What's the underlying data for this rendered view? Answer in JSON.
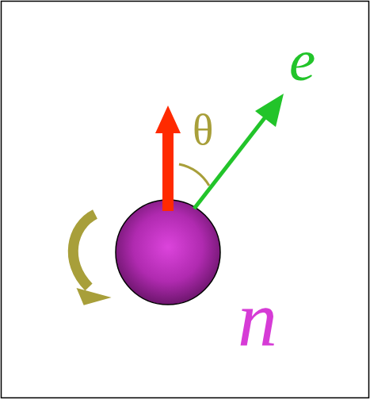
{
  "diagram": {
    "labels": [
      "θ",
      "e",
      "n"
    ]
  }
}
